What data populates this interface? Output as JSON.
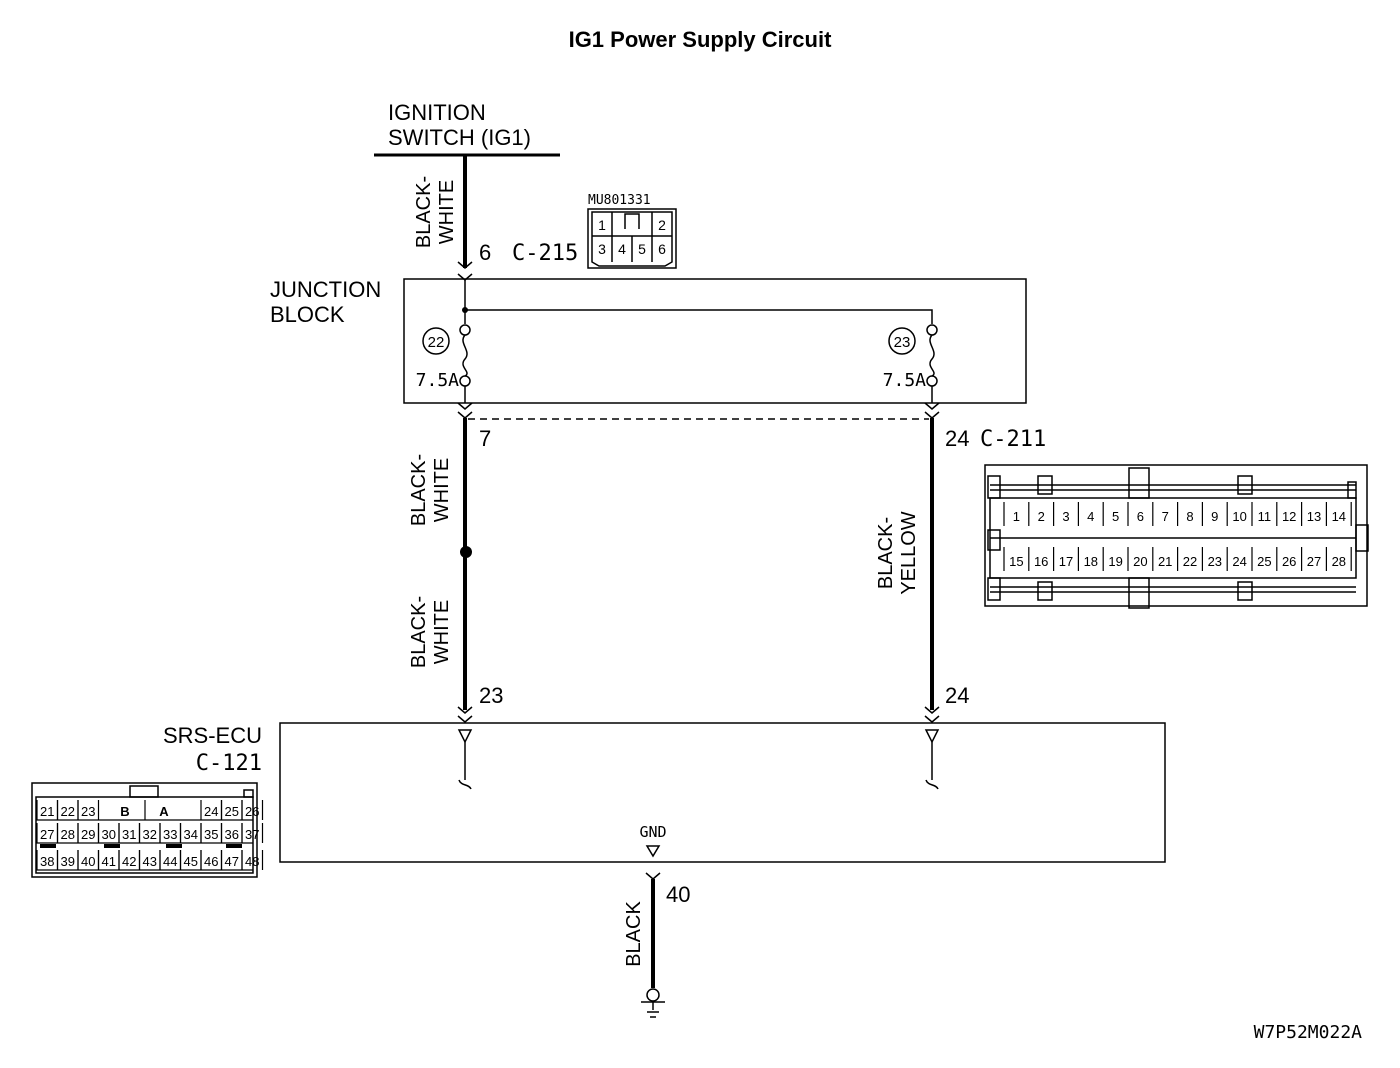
{
  "title": "IG1 Power Supply Circuit",
  "ignition_switch": {
    "line1": "IGNITION",
    "line2": "SWITCH (IG1)"
  },
  "junction_block": {
    "line1": "JUNCTION",
    "line2": "BLOCK",
    "fuses": [
      {
        "number": "22",
        "rating": "7.5A"
      },
      {
        "number": "23",
        "rating": "7.5A"
      }
    ]
  },
  "connectors": {
    "c215": {
      "pin": "6",
      "name": "C-215",
      "part_number": "MU801331",
      "pins_row1": [
        "1",
        "2"
      ],
      "pins_row2": [
        "3",
        "4",
        "5",
        "6"
      ]
    },
    "jb_out_left": {
      "pin": "7"
    },
    "c211": {
      "pin": "24",
      "name": "C-211",
      "pins_row1": [
        "1",
        "2",
        "3",
        "4",
        "5",
        "6",
        "7",
        "8",
        "9",
        "10",
        "11",
        "12",
        "13",
        "14"
      ],
      "pins_row2": [
        "15",
        "16",
        "17",
        "18",
        "19",
        "20",
        "21",
        "22",
        "23",
        "24",
        "25",
        "26",
        "27",
        "28"
      ]
    },
    "ecu_left": {
      "pin": "23"
    },
    "ecu_right": {
      "pin": "24"
    },
    "gnd": {
      "label": "GND",
      "pin": "40"
    },
    "c121": {
      "key_b": "B",
      "key_a": "A",
      "row1_left": [
        "21",
        "22",
        "23"
      ],
      "row1_right": [
        "24",
        "25",
        "26"
      ],
      "row2": [
        "27",
        "28",
        "29",
        "30",
        "31",
        "32",
        "33",
        "34",
        "35",
        "36",
        "37"
      ],
      "row3": [
        "38",
        "39",
        "40",
        "41",
        "42",
        "43",
        "44",
        "45",
        "46",
        "47",
        "48"
      ]
    }
  },
  "wires": {
    "ig_to_jb": {
      "color_line1": "BLACK-",
      "color_line2": "WHITE"
    },
    "jb_to_splice": {
      "color_line1": "BLACK-",
      "color_line2": "WHITE"
    },
    "splice_to_ecu": {
      "color_line1": "BLACK-",
      "color_line2": "WHITE"
    },
    "c211_to_ecu": {
      "color_line1": "BLACK-",
      "color_line2": "YELLOW"
    },
    "ground": {
      "color": "BLACK"
    }
  },
  "srs_ecu": {
    "line1": "SRS-ECU",
    "line2": "C-121"
  },
  "figure_code": "W7P52M022A"
}
